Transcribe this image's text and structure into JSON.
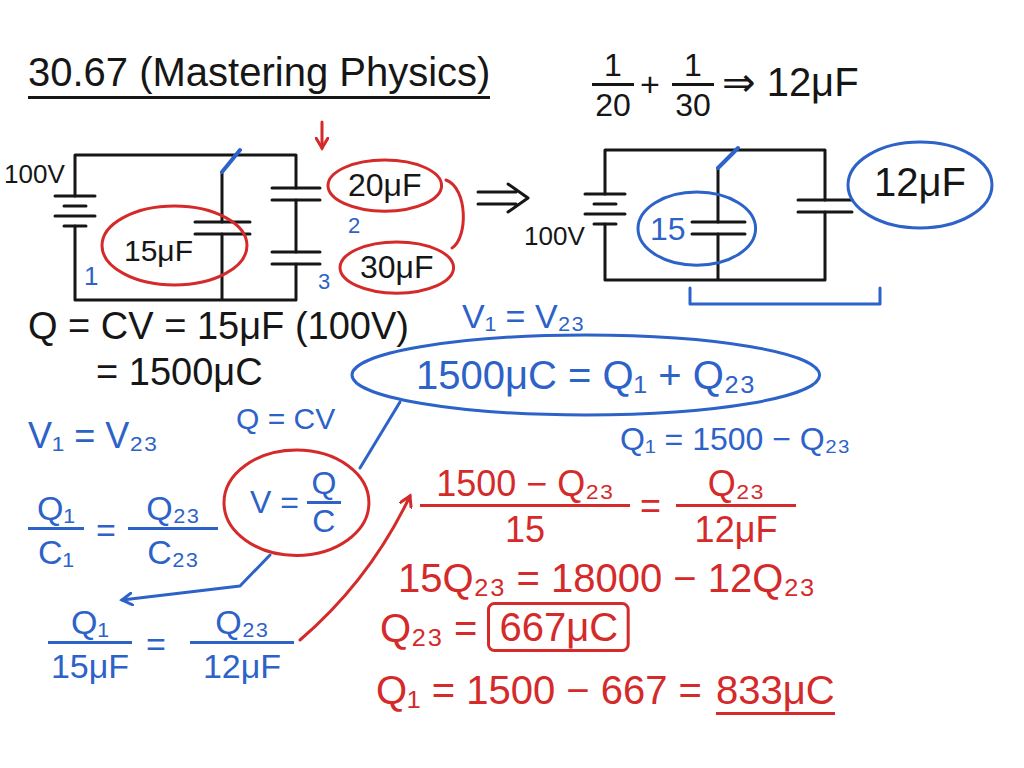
{
  "diagram": {
    "title": "30.67 (Mastering Physics)",
    "nodes": [
      {
        "text": [
          "15μF"
        ]
      },
      {
        "text": [
          "20μF"
        ]
      },
      {
        "text": [
          "30μF"
        ]
      },
      {
        "text": [
          "15"
        ]
      },
      {
        "text": [
          "12μF"
        ]
      },
      {
        "text": [
          "1500μC = Q₁ + Q₂₃"
        ]
      },
      {
        "text": [
          "V =",
          "Q",
          "C"
        ]
      },
      {
        "text": [
          "667μC"
        ]
      }
    ],
    "labels": [
      "1",
      "20",
      "+",
      "1",
      "30",
      "⇒ 12μF",
      "100V",
      "1",
      "2",
      "3",
      "100V",
      "Q = CV = 15μF (100V)",
      "= 1500μC",
      "V₁ = V₂₃",
      "Q₁ = 1500 − Q₂₃",
      "V₁ = V₂₃",
      "Q = CV",
      "Q₁",
      "C₁",
      "=",
      "Q₂₃",
      "C₂₃",
      "Q₁",
      "15μF",
      "=",
      "Q₂₃",
      "12μF",
      "1500 − Q₂₃",
      "15",
      "=",
      "Q₂₃",
      "12μF",
      "15Q₂₃ = 18000 − 12Q₂₃",
      "Q₂₃ =",
      "Q₁ = 1500 − 667 =",
      "833μC"
    ]
  }
}
